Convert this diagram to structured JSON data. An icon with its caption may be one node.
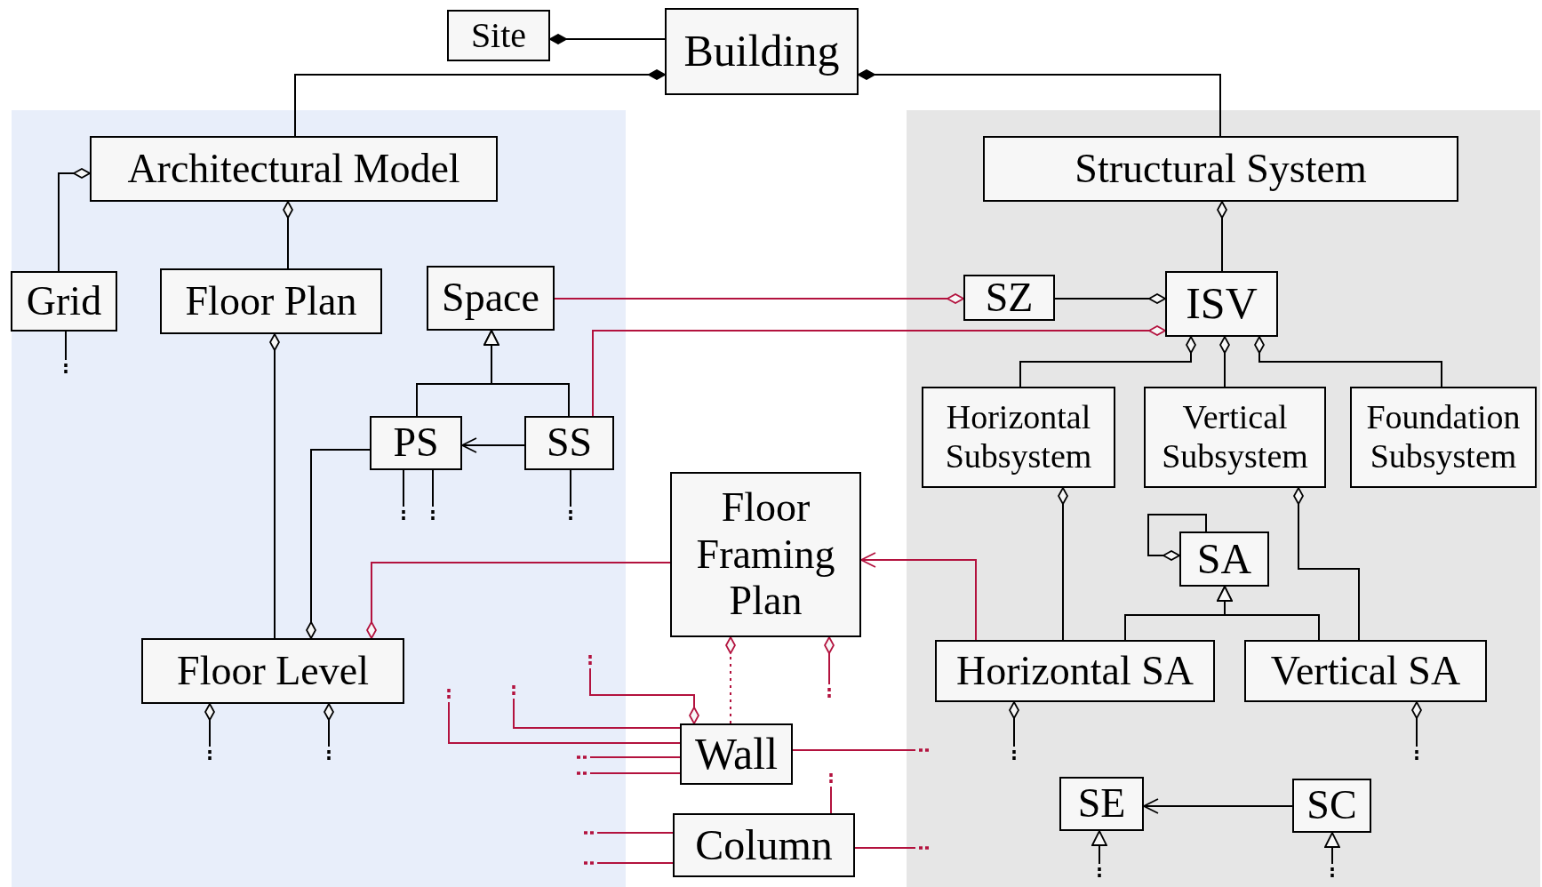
{
  "diagram": {
    "nodes": [
      {
        "text": [
          "Site"
        ]
      },
      {
        "text": [
          "Building"
        ]
      },
      {
        "text": [
          "Architectural Model"
        ]
      },
      {
        "text": [
          "Structural System"
        ]
      },
      {
        "text": [
          "Grid"
        ]
      },
      {
        "text": [
          "Floor Plan"
        ]
      },
      {
        "text": [
          "Space"
        ]
      },
      {
        "text": [
          "SZ"
        ]
      },
      {
        "text": [
          "ISV"
        ]
      },
      {
        "text": [
          "PS"
        ]
      },
      {
        "text": [
          "SS"
        ]
      },
      {
        "text": [
          "Horizontal Subsystem"
        ]
      },
      {
        "text": [
          "Vertical Subsystem"
        ]
      },
      {
        "text": [
          "Foundation Subsystem"
        ]
      },
      {
        "text": [
          "Floor Framing Plan"
        ]
      },
      {
        "text": [
          "SA"
        ]
      },
      {
        "text": [
          "Floor Level"
        ]
      },
      {
        "text": [
          "Horizontal SA"
        ]
      },
      {
        "text": [
          "Vertical SA"
        ]
      },
      {
        "text": [
          "Wall"
        ]
      },
      {
        "text": [
          "Column"
        ]
      },
      {
        "text": [
          "SE"
        ]
      },
      {
        "text": [
          "SC"
        ]
      }
    ],
    "edges": [
      {
        "from": 1,
        "to": 0,
        "arrow": "other"
      },
      {
        "from": 2,
        "to": 1,
        "arrow": "other"
      },
      {
        "from": 3,
        "to": 1,
        "arrow": "other"
      },
      {
        "from": 4,
        "to": 2,
        "arrow": "other"
      },
      {
        "from": 5,
        "to": 2,
        "arrow": "other"
      },
      {
        "from": 6,
        "to": 7,
        "arrow": "other",
        "color": "#b3123e"
      },
      {
        "from": 7,
        "to": 8,
        "arrow": "other"
      },
      {
        "from": 10,
        "to": 8,
        "arrow": "other",
        "color": "#b3123e"
      },
      {
        "from": 8,
        "to": 3,
        "arrow": "other"
      },
      {
        "from": 9,
        "to": 6,
        "arrow": "to"
      },
      {
        "from": 10,
        "to": 6,
        "arrow": "to"
      },
      {
        "from": 10,
        "to": 9,
        "arrow": "to"
      },
      {
        "from": 11,
        "to": 8,
        "arrow": "other"
      },
      {
        "from": 12,
        "to": 8,
        "arrow": "other"
      },
      {
        "from": 13,
        "to": 8,
        "arrow": "other"
      },
      {
        "from": 16,
        "to": 5,
        "arrow": "other"
      },
      {
        "from": 9,
        "to": 16,
        "arrow": "other"
      },
      {
        "from": 14,
        "to": 16,
        "arrow": "other",
        "color": "#b3123e"
      },
      {
        "from": 17,
        "to": 14,
        "arrow": "to",
        "color": "#b3123e"
      },
      {
        "from": 17,
        "to": 11,
        "arrow": "other"
      },
      {
        "from": 18,
        "to": 12,
        "arrow": "other"
      },
      {
        "from": 17,
        "to": 15,
        "arrow": "to"
      },
      {
        "from": 18,
        "to": 15,
        "arrow": "to"
      },
      {
        "from": 15,
        "to": 15,
        "arrow": "other"
      },
      {
        "from": 19,
        "to": 14,
        "arrow": "other",
        "style": "dashed",
        "color": "#b3123e"
      },
      {
        "from": null,
        "to": 14,
        "arrow": "other",
        "color": "#b3123e"
      },
      {
        "from": null,
        "to": 19,
        "arrow": "other",
        "color": "#b3123e"
      },
      {
        "from": 19,
        "to": null,
        "arrow": "none",
        "color": "#b3123e"
      },
      {
        "from": 19,
        "to": null,
        "arrow": "none",
        "color": "#b3123e"
      },
      {
        "from": 19,
        "to": null,
        "arrow": "none",
        "color": "#b3123e"
      },
      {
        "from": 19,
        "to": null,
        "arrow": "none",
        "color": "#b3123e"
      },
      {
        "from": 19,
        "to": null,
        "arrow": "none",
        "color": "#b3123e"
      },
      {
        "from": 20,
        "to": null,
        "arrow": "none",
        "color": "#b3123e"
      },
      {
        "from": 20,
        "to": null,
        "arrow": "none",
        "color": "#b3123e"
      },
      {
        "from": 20,
        "to": null,
        "arrow": "none",
        "color": "#b3123e"
      },
      {
        "from": 20,
        "to": null,
        "arrow": "none",
        "color": "#b3123e"
      },
      {
        "from": 22,
        "to": 21,
        "arrow": "to"
      },
      {
        "from": 4,
        "to": null,
        "arrow": "none"
      },
      {
        "from": 9,
        "to": null,
        "arrow": "none"
      },
      {
        "from": 9,
        "to": null,
        "arrow": "none"
      },
      {
        "from": 10,
        "to": null,
        "arrow": "none"
      },
      {
        "from": null,
        "to": 16,
        "arrow": "other"
      },
      {
        "from": null,
        "to": 16,
        "arrow": "other"
      },
      {
        "from": null,
        "to": 17,
        "arrow": "other"
      },
      {
        "from": null,
        "to": 18,
        "arrow": "other"
      },
      {
        "from": null,
        "to": 21,
        "arrow": "to"
      },
      {
        "from": null,
        "to": 22,
        "arrow": "to"
      }
    ]
  }
}
